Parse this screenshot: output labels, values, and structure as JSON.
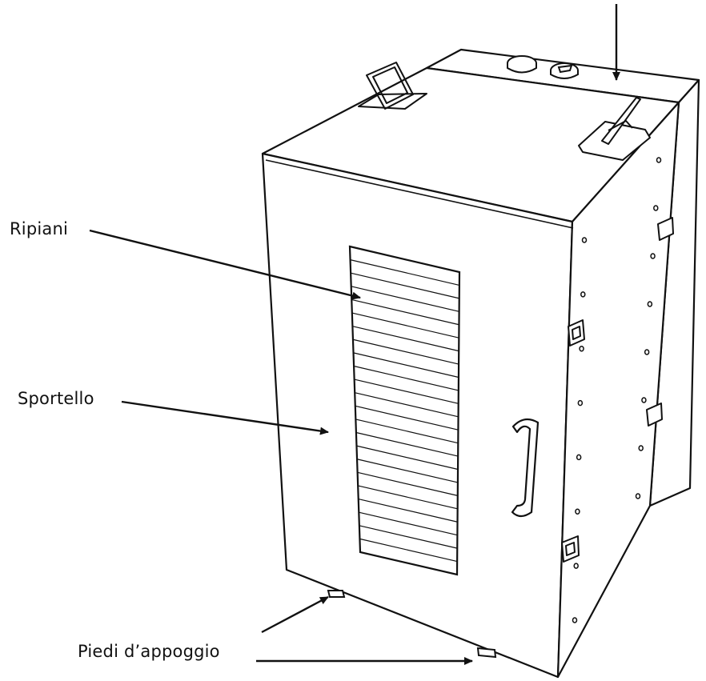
{
  "labels": {
    "shelves": "Ripiani",
    "door": "Sportello",
    "feet": "Piedi d’appoggio"
  },
  "colors": {
    "line": "#111111",
    "fill": "#ffffff"
  },
  "icons": {
    "arrow": "arrow-icon",
    "handle": "door-handle-icon",
    "knob": "control-knob-icon"
  }
}
